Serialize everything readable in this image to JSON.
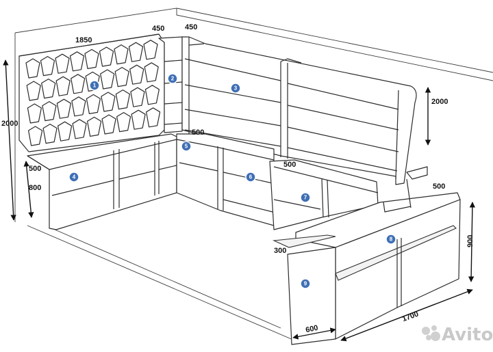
{
  "dimensions": {
    "top_width": "1850",
    "corner_a": "450",
    "corner_b": "450",
    "left_height": "2000",
    "right_height": "2000",
    "corner_depth": "500",
    "left_depth": "500",
    "left_low_height": "800",
    "mid_depth": "500",
    "right_depth": "500",
    "counter_height": "900",
    "shelf_depth": "300",
    "counter_depth": "600",
    "counter_length": "1700"
  },
  "badges": [
    "1",
    "2",
    "3",
    "4",
    "5",
    "6",
    "7",
    "8",
    "9"
  ],
  "watermark": {
    "text": "Avito",
    "icon": "avito-logo-icon"
  },
  "colors": {
    "badge": "#3f6fb5",
    "line": "#2b2b2b",
    "watermark": "#c9c9c9"
  }
}
